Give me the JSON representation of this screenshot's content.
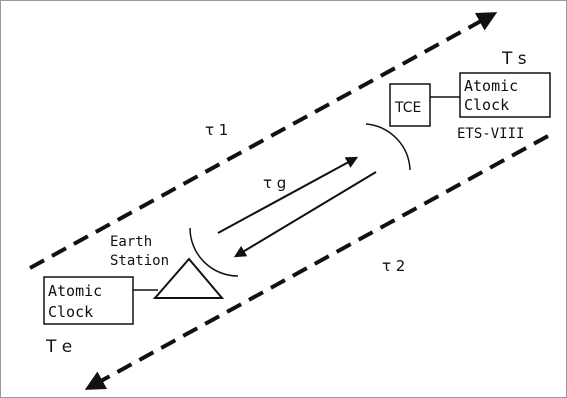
{
  "labels": {
    "tau1": "τ 1",
    "tau2": "τ 2",
    "tau_g": "τ g",
    "ts": "T s",
    "te": "T e",
    "tce": "TCE",
    "ets": "ETS-VIII",
    "earth_station_line1": "Earth",
    "earth_station_line2": "Station",
    "atomic_clock_top_line1": "Atomic",
    "atomic_clock_top_line2": "Clock",
    "atomic_clock_bottom_line1": "Atomic",
    "atomic_clock_bottom_line2": "Clock"
  },
  "colors": {
    "stroke": "#111111",
    "frame": "#9a9a9a"
  }
}
